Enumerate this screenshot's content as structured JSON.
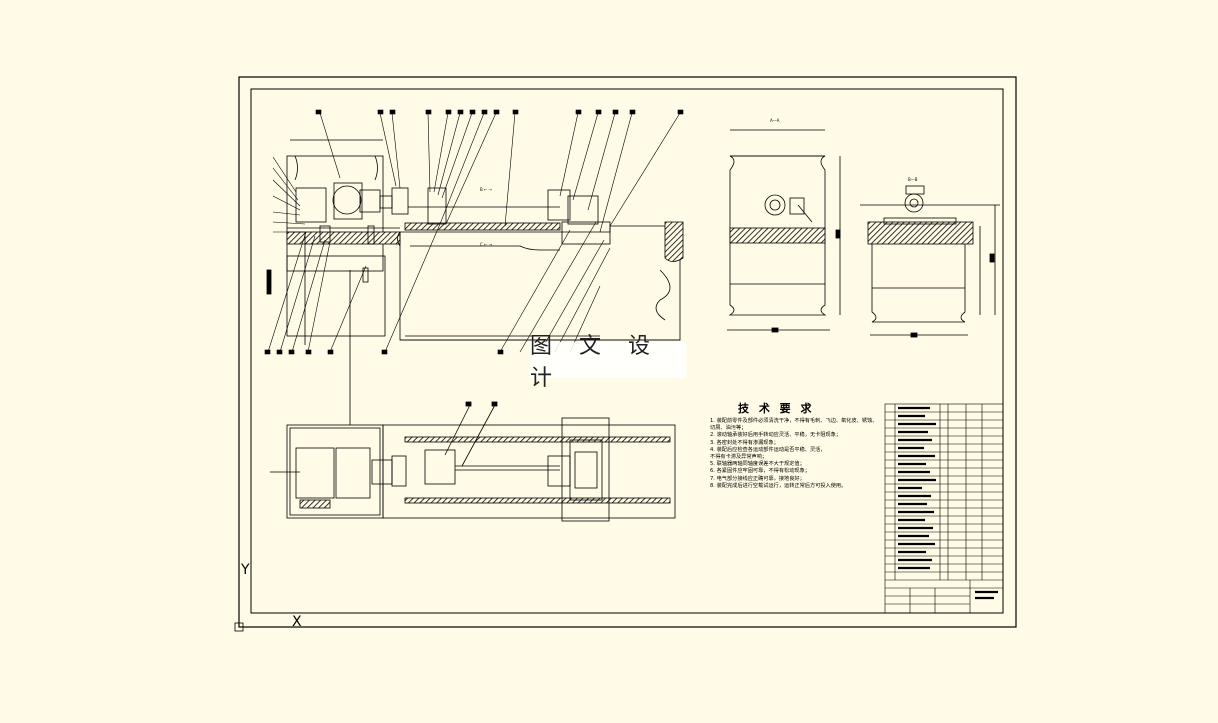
{
  "watermark": "图 文 设 计",
  "tech_requirements": {
    "title": "技 术 要 求",
    "lines": [
      "1. 装配前零件及部件必须清洗干净，不得有毛刺、飞边、氧化皮、锈蚀、切屑、油污等；",
      "2. 滚动轴承装好后用手转动应灵活、平稳，无卡阻现象；",
      "3. 各密封处不得有渗漏现象；",
      "4. 装配后应检查各运动部件运动是否平稳、灵活，",
      "   不得有卡滞及异常声响；",
      "5. 联轴器两轴同轴度误差不大于规定值；",
      "6. 各紧固件应牢固可靠，不得有松动现象；",
      "7. 电气部分接线应正确可靠，接地良好；",
      "8. 装配完成后进行空载试运行，运转正常后方可投入使用。"
    ]
  },
  "axis_labels": {
    "y": "Y",
    "x": "X"
  },
  "colors": {
    "background": "#fffbe6",
    "line": "#000000",
    "hatch": "#000000"
  }
}
